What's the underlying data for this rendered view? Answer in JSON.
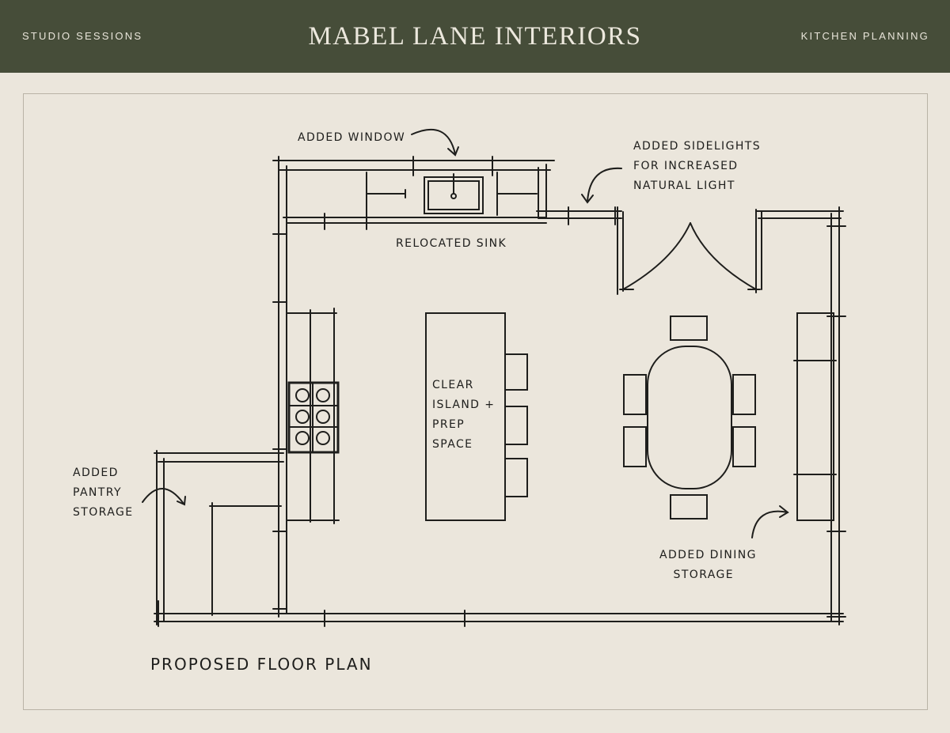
{
  "header": {
    "left_label": "STUDIO SESSIONS",
    "brand": "MABEL LANE INTERIORS",
    "right_label": "KITCHEN PLANNING"
  },
  "annotations": {
    "added_window": "ADDED WINDOW",
    "sidelights": "ADDED SIDELIGHTS\nFOR INCREASED\nNATURAL LIGHT",
    "relocated_sink": "RELOCATED SINK",
    "island": "CLEAR\nISLAND +\nPREP\nSPACE",
    "pantry": "ADDED\nPANTRY\nSTORAGE",
    "dining_storage": "ADDED DINING\n   STORAGE"
  },
  "caption": "PROPOSED FLOOR PLAN",
  "colors": {
    "header_bg": "#464d39",
    "paper": "#ebe6dc",
    "ink": "#1e1e1c"
  }
}
